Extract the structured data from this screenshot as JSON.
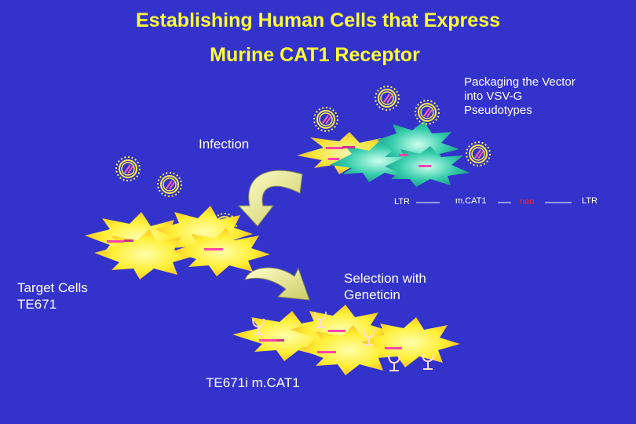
{
  "title": {
    "line1": "Establishing Human Cells that Express",
    "line2": "Murine CAT1 Receptor"
  },
  "labels": {
    "packaging": "Packaging the Vector\ninto VSV-G\nPseudotypes",
    "infection": "Infection",
    "target_cells": "Target Cells\nTE671",
    "selection": "Selection with\nGeneticin",
    "result_cells": "TE671i m.CAT1"
  },
  "vector": {
    "ltr_left": "LTR",
    "gene": "m.CAT1",
    "marker": "neo",
    "ltr_right": "LTR"
  },
  "colors": {
    "background": "#3333cc",
    "title": "#ffff33",
    "cell": "#ffee33",
    "producer_cell": "#33ccaa",
    "virus": "#ffee44",
    "arrow": "#ffffaa",
    "receptor": "#ffddcc",
    "gene_bar": "#ff44aa"
  }
}
